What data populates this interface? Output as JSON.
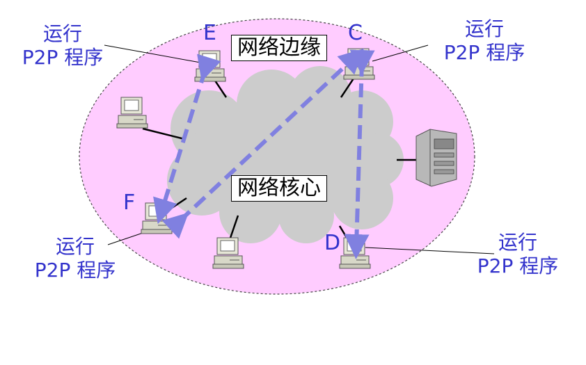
{
  "labels": {
    "edge": "网络边缘",
    "core": "网络核心"
  },
  "nodes": {
    "E": "E",
    "C": "C",
    "F": "F",
    "D": "D"
  },
  "callouts": {
    "line1": "运行",
    "line2": "P2P 程序"
  },
  "colors": {
    "edge_fill": "#ffccff",
    "cloud": "#cccccc",
    "arrow": "#8080e0",
    "label_text": "#3333cc"
  },
  "p2p_links": [
    {
      "from": "E",
      "to": "F"
    },
    {
      "from": "F",
      "to": "C"
    },
    {
      "from": "C",
      "to": "D"
    }
  ]
}
